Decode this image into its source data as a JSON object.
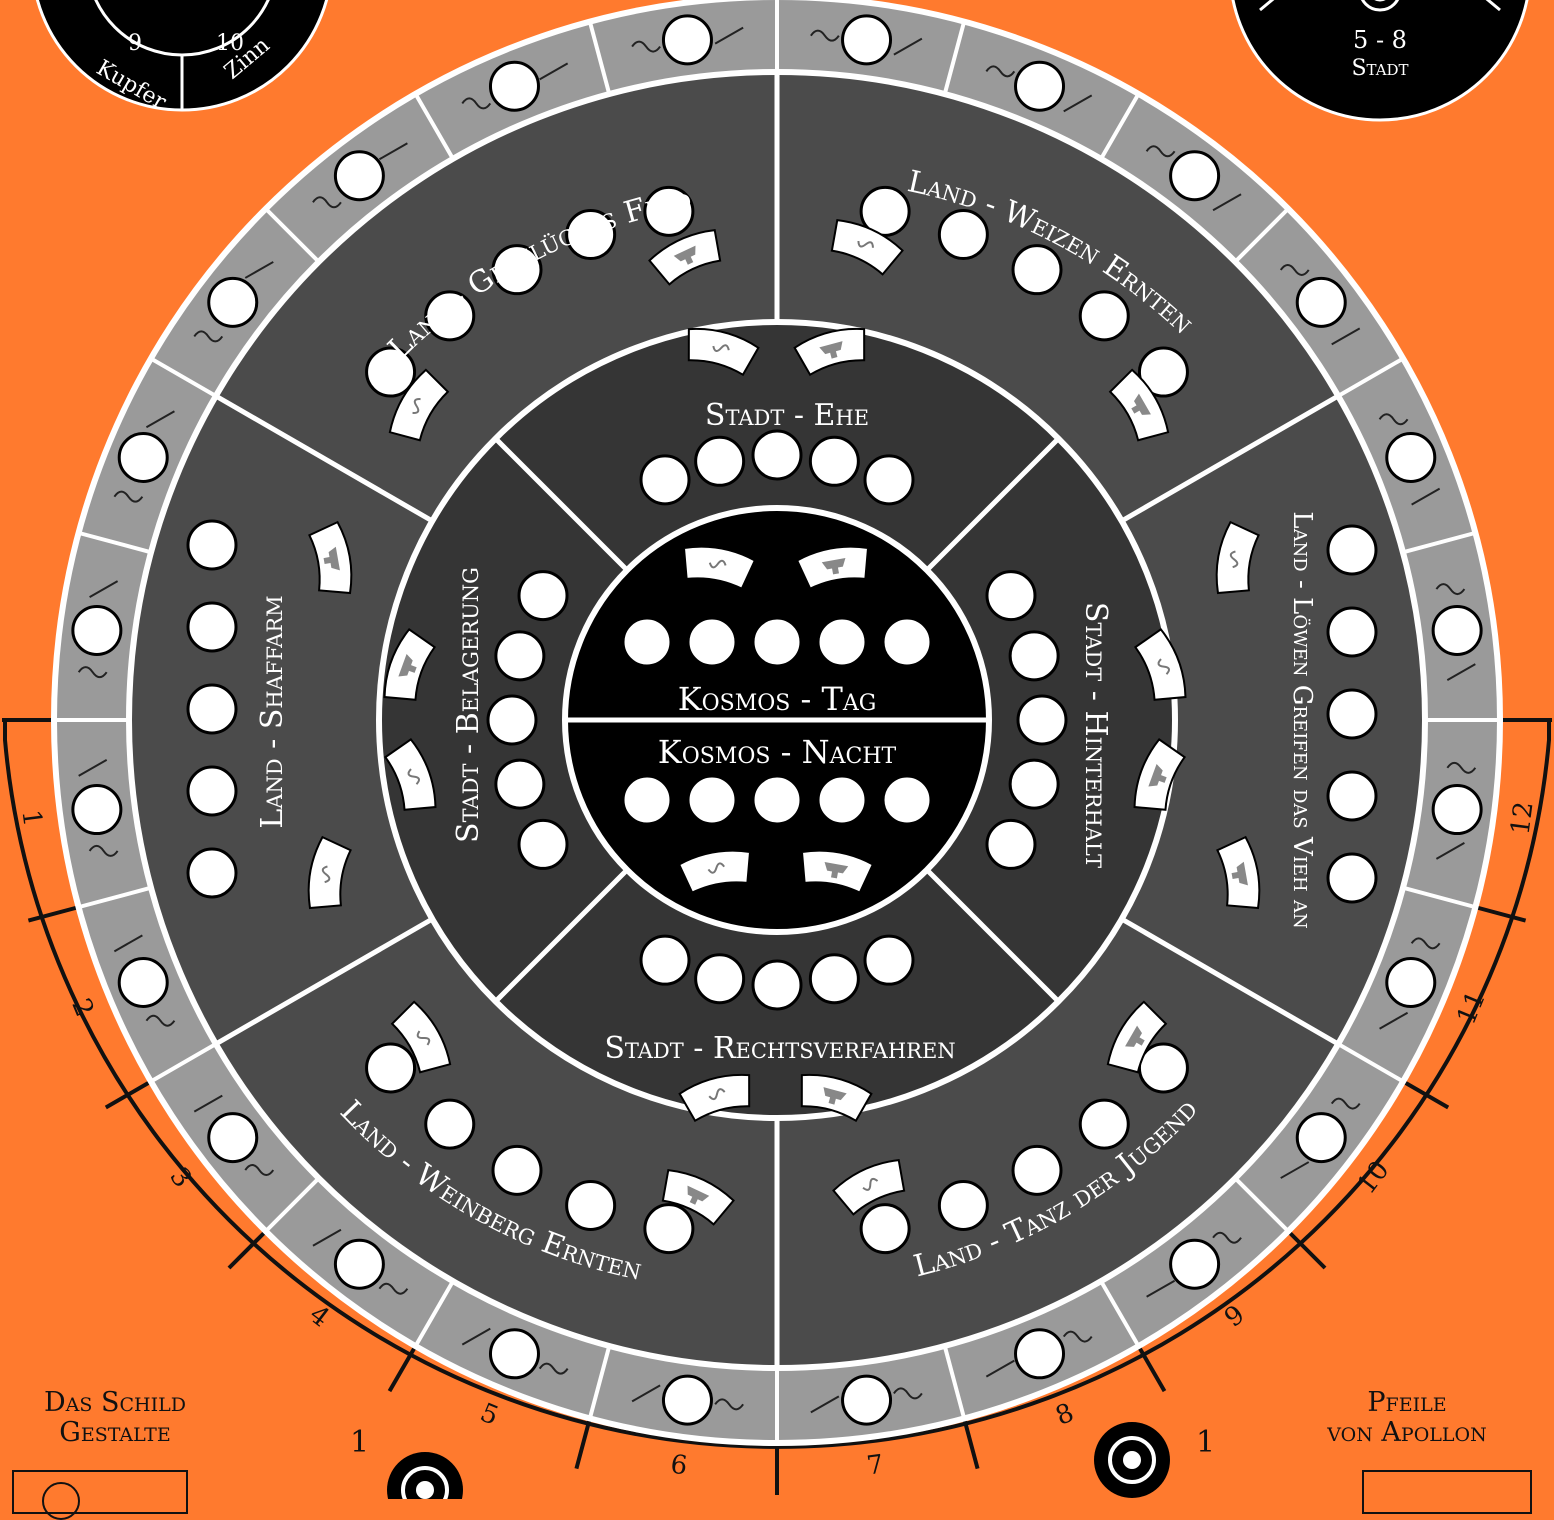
{
  "colors": {
    "background": "#ff7a2e",
    "outer_ring": "#9a9a9a",
    "land_ring": "#4b4b4b",
    "stadt_ring": "#353535",
    "kosmos": "#000000",
    "separator": "#ffffff",
    "track_line": "#111111"
  },
  "center": {
    "day_label": "Kosmos - Tag",
    "night_label": "Kosmos - Nacht",
    "day_spaces": 5,
    "night_spaces": 5
  },
  "stadt_sectors": [
    {
      "id": "stadt-ehe",
      "label": "Stadt - Ehe",
      "spaces": 5
    },
    {
      "id": "stadt-hinterhalt",
      "label": "Stadt - Hinterhalt",
      "spaces": 5
    },
    {
      "id": "stadt-rechtsverfahren",
      "label": "Stadt - Rechtsverfahren",
      "spaces": 5
    },
    {
      "id": "stadt-belagerung",
      "label": "Stadt - Belagerung",
      "spaces": 5
    }
  ],
  "land_sectors": [
    {
      "id": "land-weizen-ernten",
      "label": "Land - Weizen Ernten",
      "spaces": 5
    },
    {
      "id": "land-loewen",
      "label": "Land - Löwen Greifen das Vieh an",
      "spaces": 5
    },
    {
      "id": "land-tanz-der-jugend",
      "label": "Land - Tanz der Jugend",
      "spaces": 5
    },
    {
      "id": "land-weinberg-ernten",
      "label": "Land - Weinberg Ernten",
      "spaces": 5
    },
    {
      "id": "land-shaffarm",
      "label": "Land - Shaffarm",
      "spaces": 5
    },
    {
      "id": "land-gepfluegtes-feld",
      "label": "Land - Gepflügtes Feld",
      "spaces": 5
    }
  ],
  "round_track": [
    "1",
    "2",
    "3",
    "4",
    "5",
    "6",
    "7",
    "8",
    "9",
    "10",
    "11",
    "12"
  ],
  "top_left_wheel": {
    "label_left": "Kupfer",
    "label_right": "Zinn",
    "value_left": "9",
    "value_right": "10"
  },
  "top_right_wheel": {
    "range": "5 - 8",
    "label": "Stadt"
  },
  "bottom_left": {
    "title_line1": "Das Schild",
    "title_line2": "Gestalte"
  },
  "bottom_right": {
    "title_line1": "Pfeile",
    "title_line2": "von Apollon"
  },
  "bottom_markers": [
    {
      "label": "1"
    },
    {
      "label": "1"
    }
  ],
  "icons": {
    "hammer": "hammer-icon",
    "anvil": "anvil-icon",
    "arrow": "arrow-icon",
    "wave": "wave-icon"
  }
}
